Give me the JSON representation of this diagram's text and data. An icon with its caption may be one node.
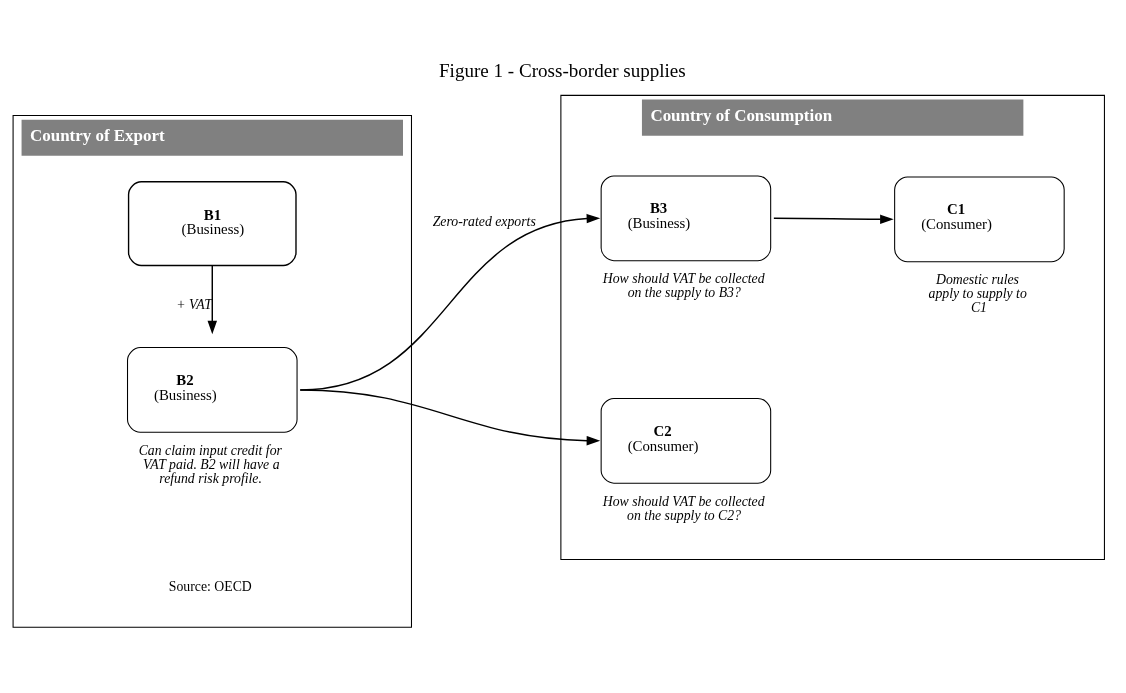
{
  "diagram": {
    "title": "Figure 1 - Cross-border supplies",
    "nodes": [
      {
        "text": [
          "Country of Export"
        ]
      },
      {
        "text": [
          "Country of Consumption"
        ]
      },
      {
        "text": [
          "B1",
          "(Business)"
        ],
        "in": 0
      },
      {
        "text": [
          "B2",
          "(Business)"
        ],
        "in": 0,
        "beside": [
          "Can claim input credit for VAT paid. B2 will have a refund risk profile."
        ]
      },
      {
        "text": [
          "B3",
          "(Business)"
        ],
        "in": 1,
        "beside": [
          "How should VAT be collected on the supply to B3?"
        ]
      },
      {
        "text": [
          "C1",
          "(Consumer)"
        ],
        "in": 1,
        "beside": [
          "Domestic rules apply to supply to C1"
        ]
      },
      {
        "text": [
          "C2",
          "(Consumer)"
        ],
        "in": 1,
        "beside": [
          "How should VAT be collected on the supply to C2?"
        ]
      }
    ],
    "edges": [
      {
        "from": 2,
        "to": 3,
        "arrow": "to",
        "label": "+ VAT"
      },
      {
        "from": 3,
        "to": 4,
        "arrow": "to",
        "label": "Zero-rated exports"
      },
      {
        "from": 3,
        "to": 6,
        "arrow": "to"
      },
      {
        "from": 4,
        "to": 5,
        "arrow": "to"
      }
    ],
    "labels": [
      "Source: OECD"
    ]
  }
}
